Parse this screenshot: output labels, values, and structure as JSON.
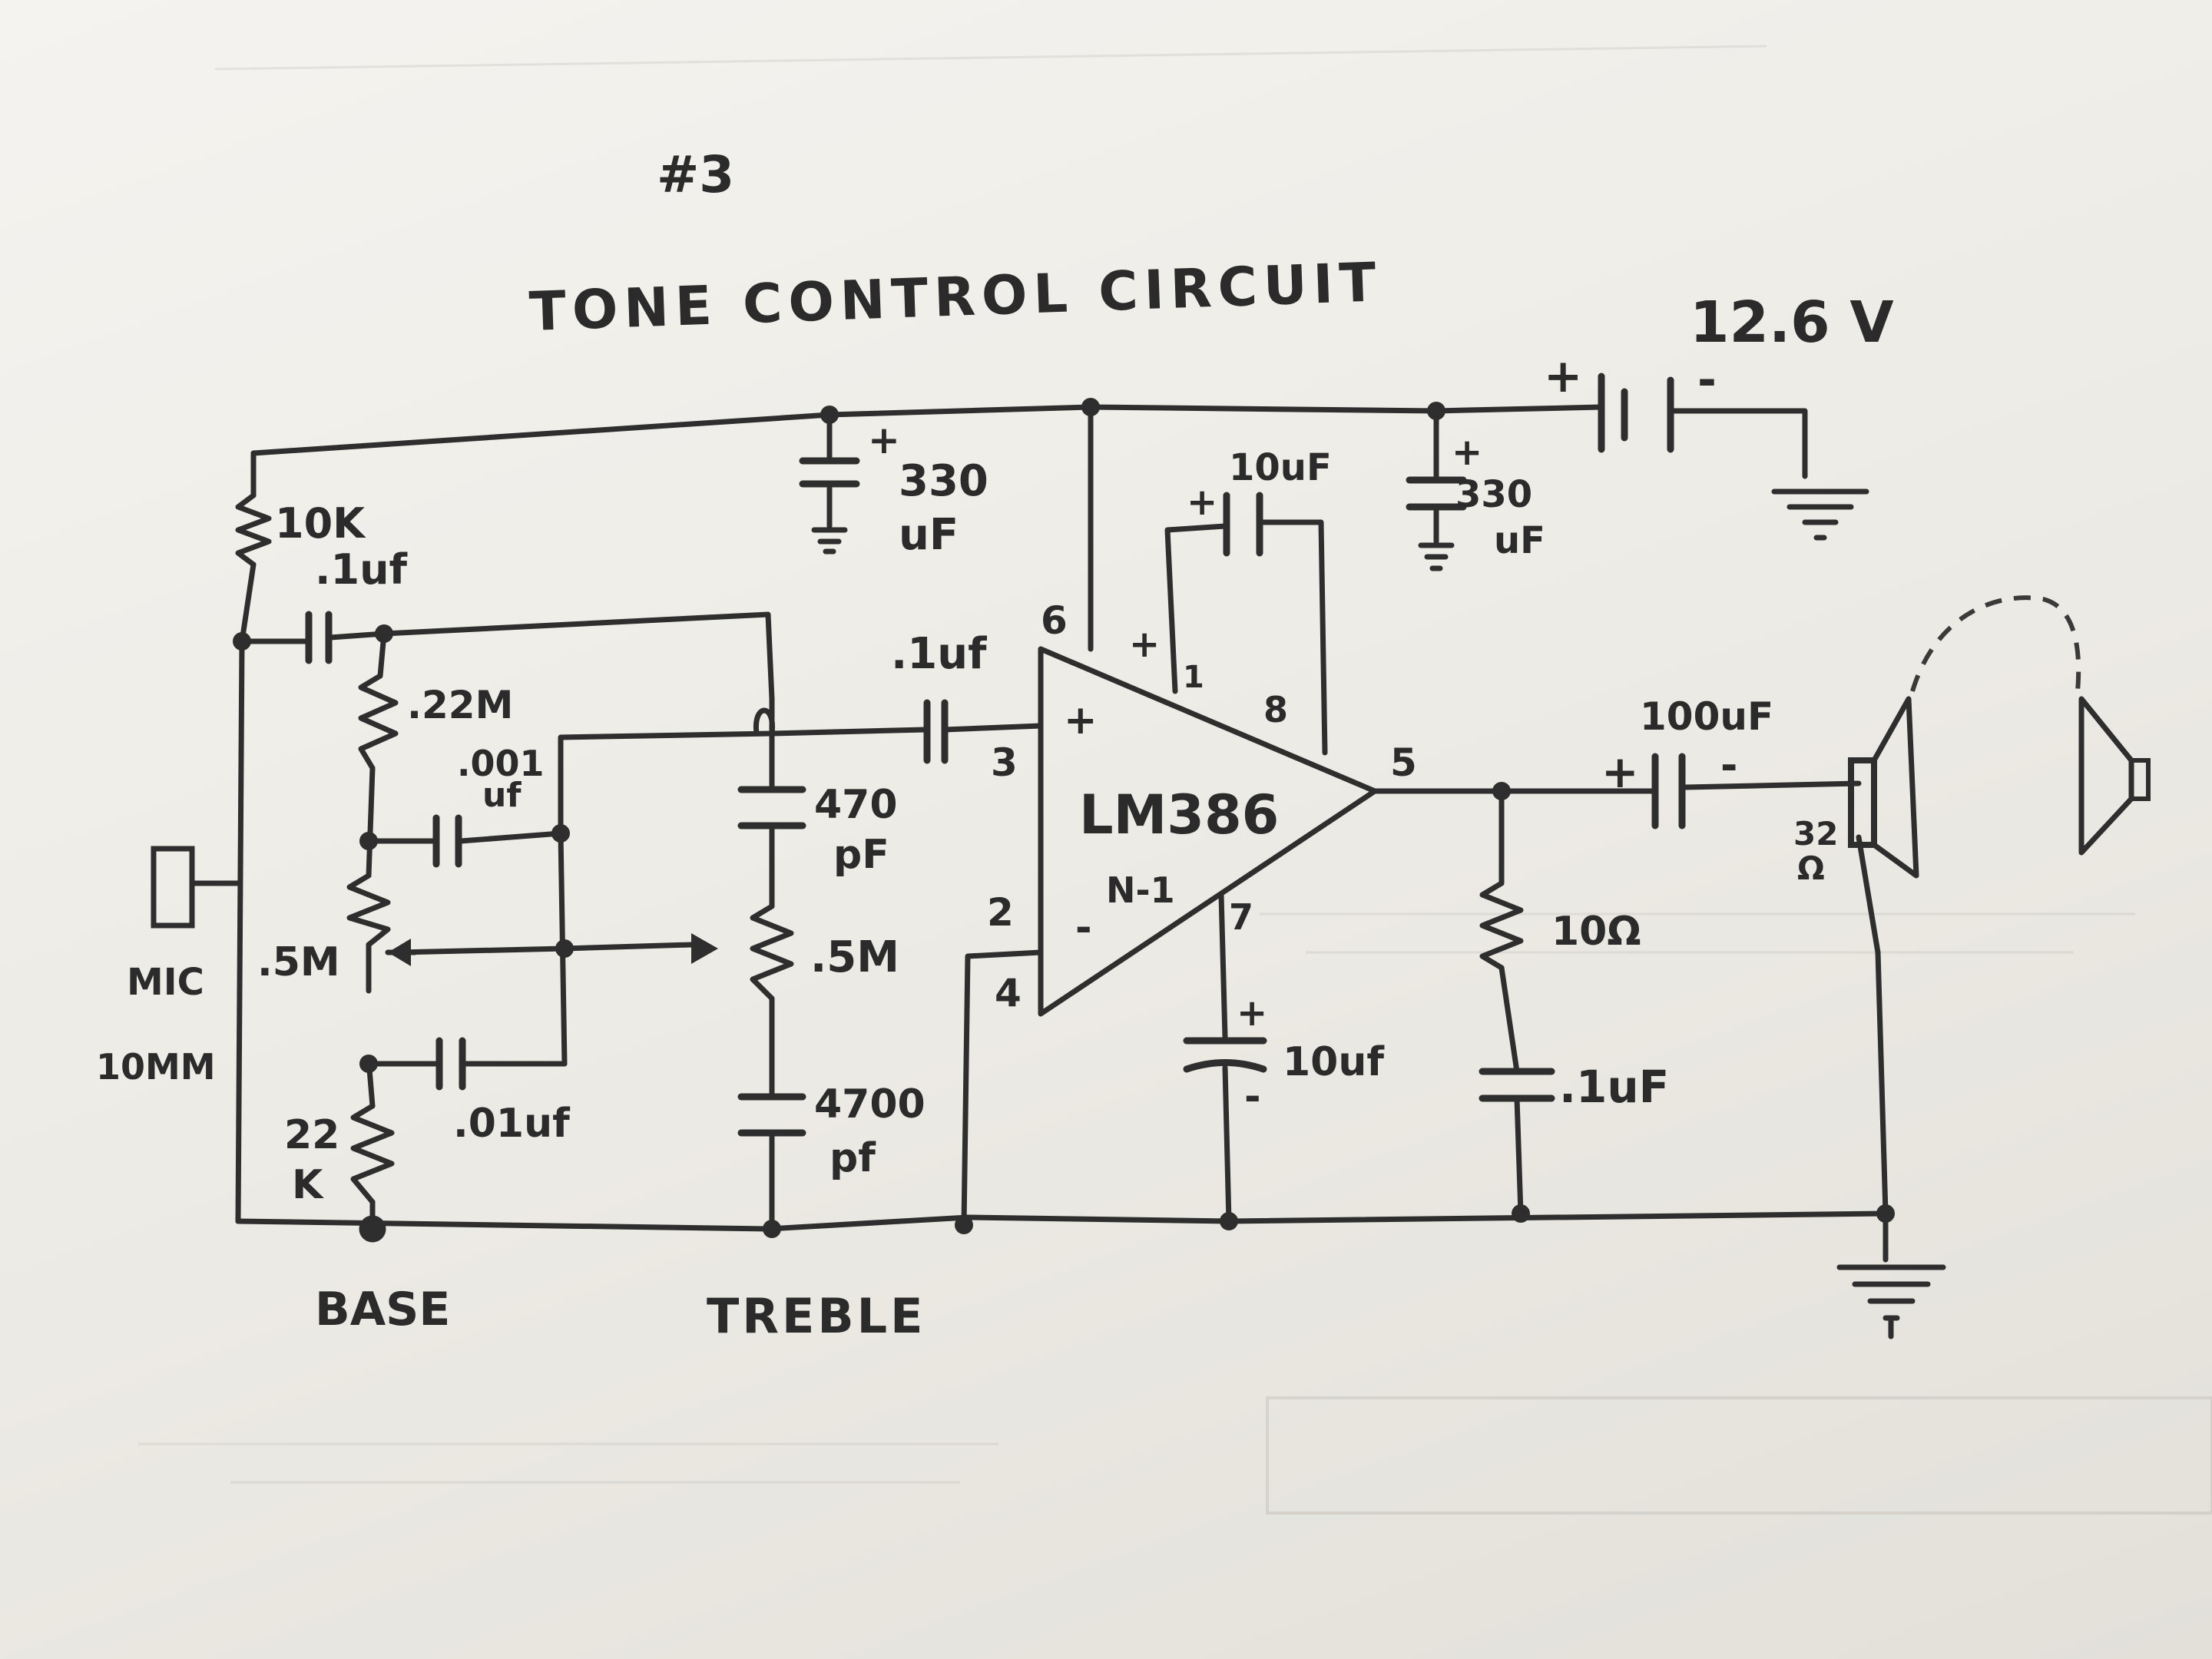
{
  "heading": {
    "number": "#3",
    "title": "TONE CONTROL CIRCUIT"
  },
  "supply": {
    "voltage": "12.6 V",
    "plus": "+",
    "minus": "-"
  },
  "components": {
    "r_10k": "10K",
    "c_input": ".1uf",
    "r_022m": ".22M",
    "c_001": ".001",
    "c_001_unit": "uf",
    "pot_bass": ".5M",
    "c_01": ".01uf",
    "r_22k_a": "22",
    "r_22k_b": "K",
    "c_supply1_a": "330",
    "c_supply1_b": "uF",
    "c_coupling": ".1uf",
    "c_470": "470",
    "c_470_unit": "pF",
    "pot_treble": ".5M",
    "c_4700": "4700",
    "c_4700_unit": "pf",
    "c_gain": "10uF",
    "c_supply2_a": "330",
    "c_supply2_b": "uF",
    "c_output": "100uF",
    "r_10ohm": "10Ω",
    "c_zobel": ".1uF",
    "c_bypass": "10uf",
    "speaker": "32",
    "speaker_unit": "Ω"
  },
  "ic": {
    "name": "LM386",
    "variant": "N-1",
    "pin_plus": "+",
    "pin_minus": "-",
    "pins": {
      "p1": "1",
      "p2": "2",
      "p3": "3",
      "p4": "4",
      "p5": "5",
      "p6": "6",
      "p7": "7",
      "p8": "8"
    }
  },
  "labels": {
    "mic_a": "MIC",
    "mic_b": "10MM",
    "bass": "BASE",
    "treble": "TREBLE"
  },
  "polarity": {
    "c330a": "+",
    "c330b": "+",
    "c10gain": "+",
    "c10bypass_plus": "+",
    "c10bypass_minus": "-",
    "c100_plus": "+",
    "c100_minus": "-",
    "pin1_plus": "+"
  }
}
